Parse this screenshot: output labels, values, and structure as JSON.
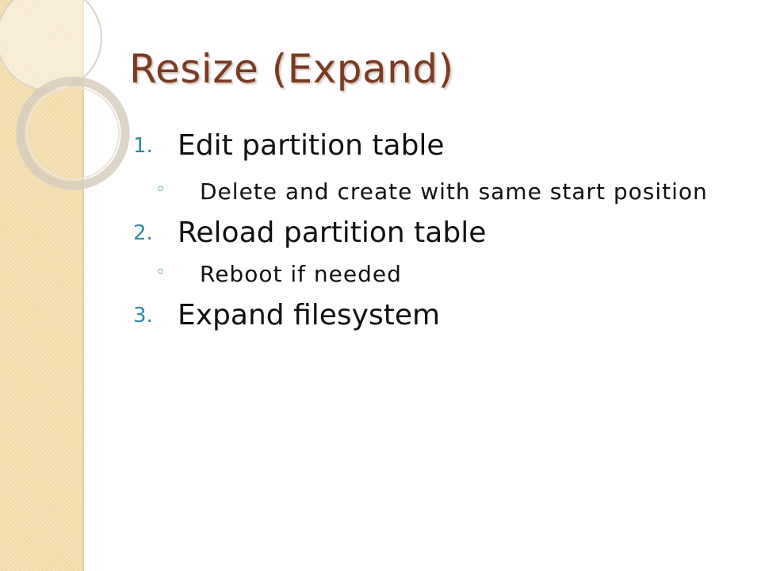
{
  "slide": {
    "title": "Resize (Expand)",
    "items": [
      {
        "number": "1.",
        "text": "Edit partition table",
        "sub": {
          "bullet": "◦",
          "text": "Delete and create with same start position"
        }
      },
      {
        "number": "2.",
        "text": "Reload partition table",
        "sub": {
          "bullet": "◦",
          "text": "Reboot if needed"
        }
      },
      {
        "number": "3.",
        "text": "Expand filesystem"
      }
    ]
  },
  "colors": {
    "title": "#7a3b22",
    "numbering": "#2f8a9e",
    "sidebar": "#f4deb0",
    "circle_stroke": "#d9cfc0"
  }
}
